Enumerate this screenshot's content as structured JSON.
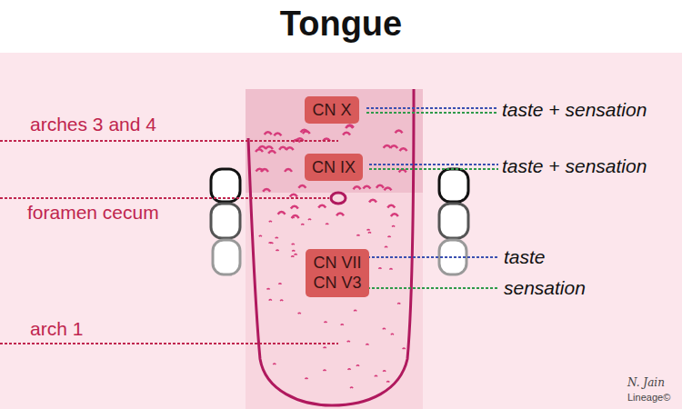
{
  "diagram": {
    "title": "Tongue",
    "nodes": [
      {
        "text": [
          "CN X"
        ]
      },
      {
        "text": [
          "CN IX"
        ]
      },
      {
        "text": [
          "CN VII",
          "CN V3"
        ]
      }
    ],
    "labels": [
      "arches 3 and 4",
      "foramen cecum",
      "arch 1",
      "taste + sensation",
      "taste + sensation",
      "taste",
      "sensation",
      "N. Jain",
      "Lineage©"
    ]
  }
}
